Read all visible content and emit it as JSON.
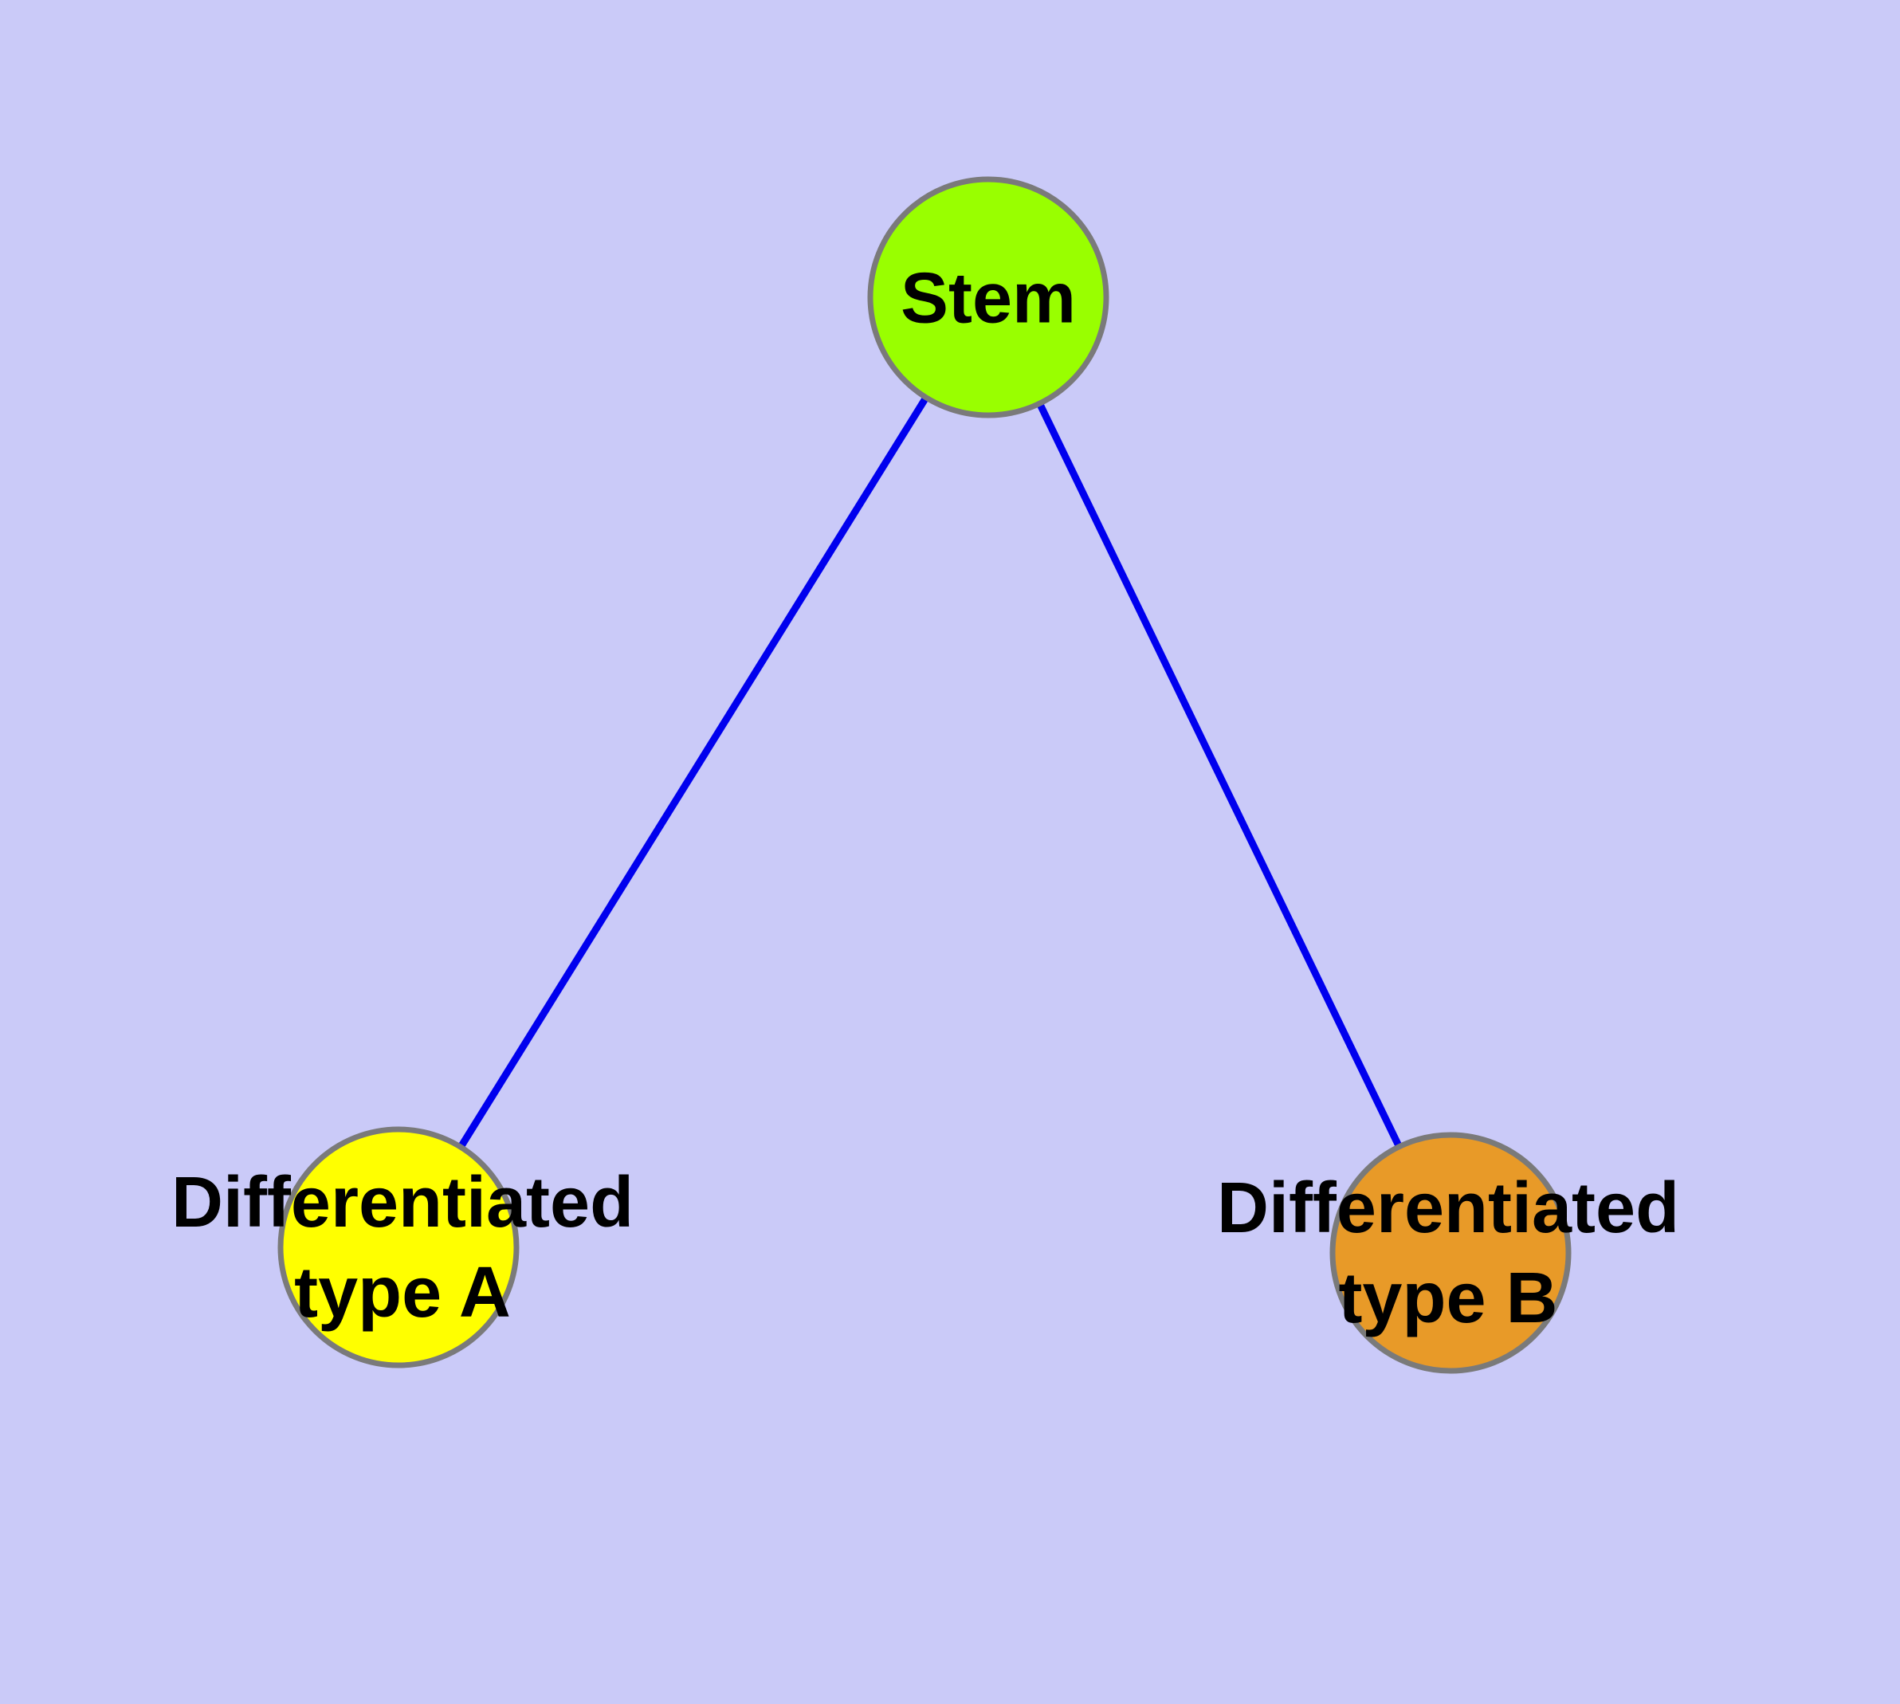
{
  "diagram": {
    "background_color": "#CACAF8",
    "edge_color": "#0000EE",
    "node_border_color": "#7A7A7A",
    "label_color": "#000000",
    "nodes": [
      {
        "id": "stem",
        "lines": [
          "Stem"
        ],
        "color": "#99FF00"
      },
      {
        "id": "type-a",
        "lines": [
          "Differentiated",
          "type A"
        ],
        "color": "#FFFF00"
      },
      {
        "id": "type-b",
        "lines": [
          "Differentiated",
          "type B"
        ],
        "color": "#E89A28"
      }
    ],
    "edges": [
      {
        "from": "Stem",
        "to": "Differentiated type A"
      },
      {
        "from": "Stem",
        "to": "Differentiated type B"
      }
    ]
  }
}
